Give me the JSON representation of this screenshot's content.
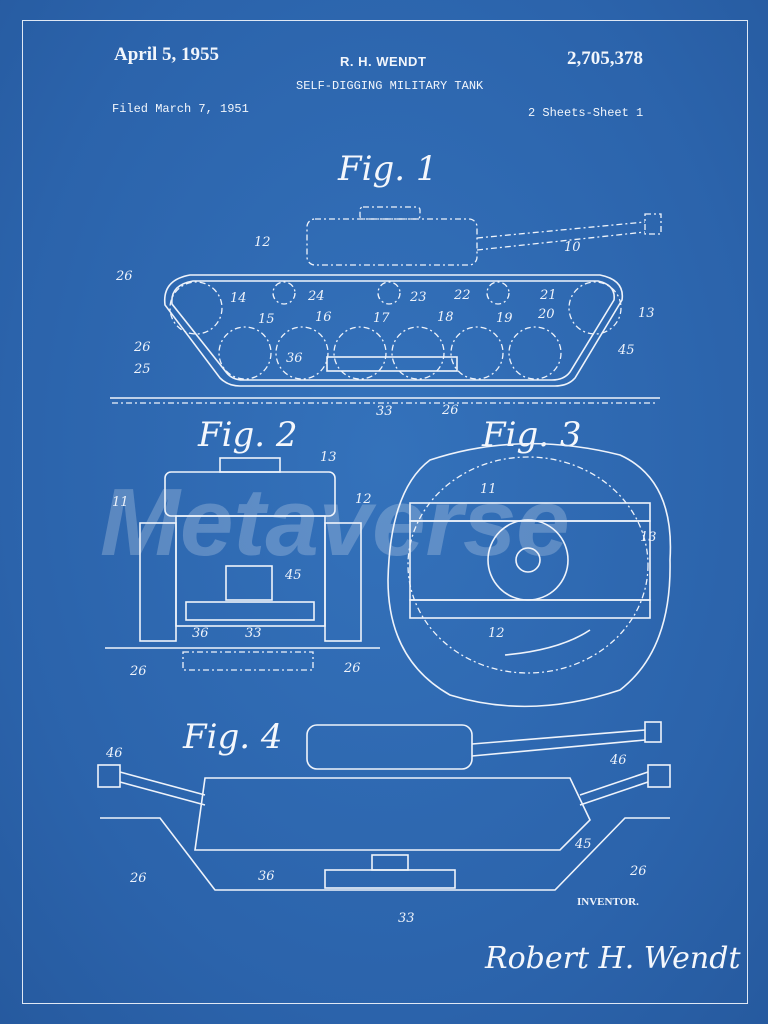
{
  "header": {
    "date": "April 5, 1955",
    "inventor_name": "R. H. WENDT",
    "patent_number": "2,705,378",
    "title": "SELF-DIGGING MILITARY TANK",
    "filed": "Filed March 7, 1951",
    "sheets": "2 Sheets-Sheet 1"
  },
  "figures": {
    "fig1": {
      "title": "Fig. 1",
      "labels": [
        "26",
        "12",
        "10",
        "14",
        "24",
        "23",
        "22",
        "21",
        "13",
        "15",
        "16",
        "17",
        "18",
        "19",
        "20",
        "26",
        "45",
        "36",
        "25",
        "33",
        "26"
      ]
    },
    "fig2": {
      "title": "Fig. 2",
      "labels": [
        "13",
        "11",
        "12",
        "45",
        "36",
        "33",
        "26",
        "26"
      ]
    },
    "fig3": {
      "title": "Fig. 3",
      "labels": [
        "11",
        "13",
        "12"
      ]
    },
    "fig4": {
      "title": "Fig. 4",
      "labels": [
        "46",
        "46",
        "45",
        "26",
        "26",
        "36",
        "33"
      ]
    }
  },
  "footer": {
    "inventor_caption": "INVENTOR.",
    "signature": "Robert H. Wendt"
  },
  "watermark": "Metaverse",
  "colors": {
    "background": "#2c66ae",
    "ink": "#eef3fb"
  }
}
